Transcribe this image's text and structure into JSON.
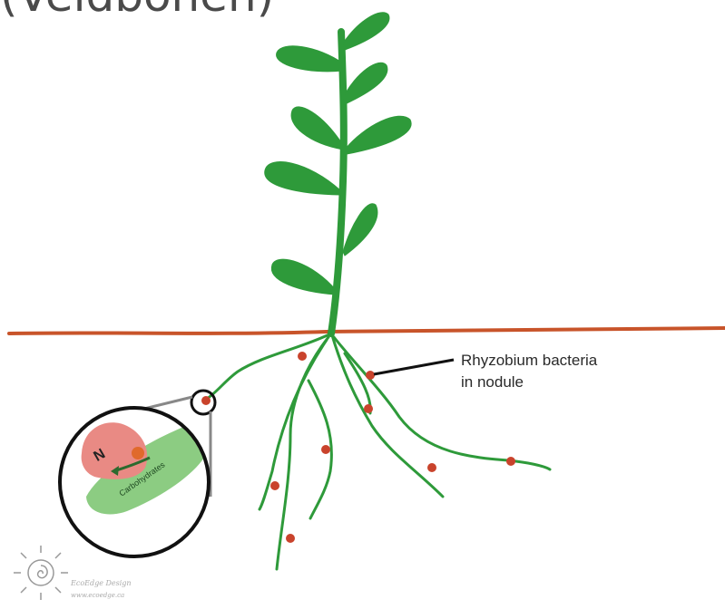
{
  "title": "(Veldbonen)",
  "callout": {
    "line1": "Rhyzobium bacteria",
    "line2": "in nodule"
  },
  "inset": {
    "nitrogen_label": "N",
    "carbohydrates_label": "Carbohydrates"
  },
  "logo": {
    "name": "EcoEdge Design",
    "url": "www.ecoedge.ca"
  },
  "colors": {
    "plant": "#2e9a3a",
    "soil": "#c8542a",
    "nodule": "#c9432c",
    "nitrogen_blob": "#e98a84",
    "carb_blob": "#8ccc82"
  }
}
